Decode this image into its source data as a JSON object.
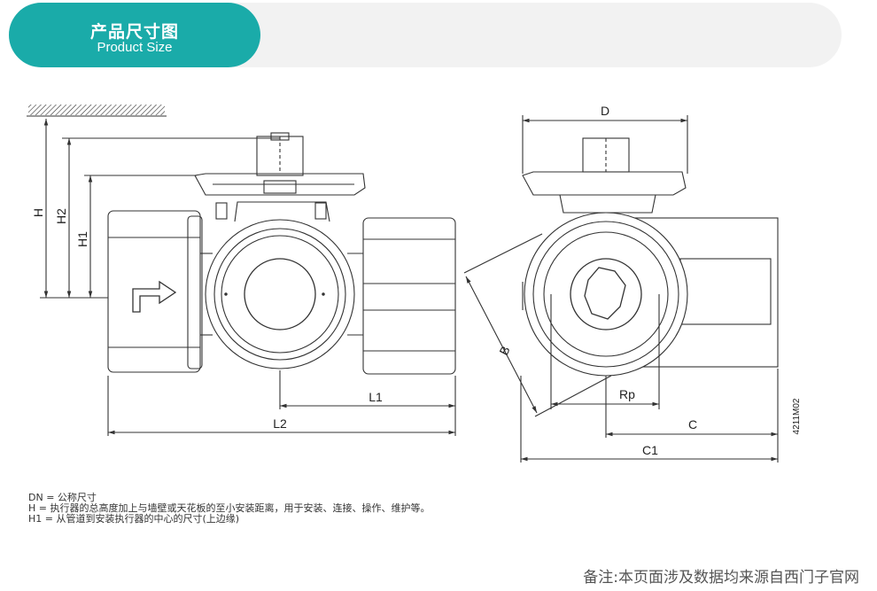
{
  "header": {
    "title": "产品尺寸图",
    "subtitle": "Product Size"
  },
  "dimensions": {
    "h": "H",
    "h2": "H2",
    "h1": "H1",
    "l1": "L1",
    "l2": "L2",
    "d": "D",
    "b": "B",
    "rp": "Rp",
    "c": "C",
    "c1": "C1"
  },
  "drawing_code": "4211M02",
  "notes": [
    "DN = 公称尺寸",
    "H = 执行器的总高度加上与墙壁或天花板的至小安装距离，用于安装、连接、操作、维护等。",
    "H1 = 从管道到安装执行器的中心的尺寸(上边缘)"
  ],
  "footer_note": "备注:本页面涉及数据均来源自西门子官网",
  "colors": {
    "accent": "#1aaba9",
    "header_bg": "#f2f2f2",
    "line": "#333333"
  }
}
